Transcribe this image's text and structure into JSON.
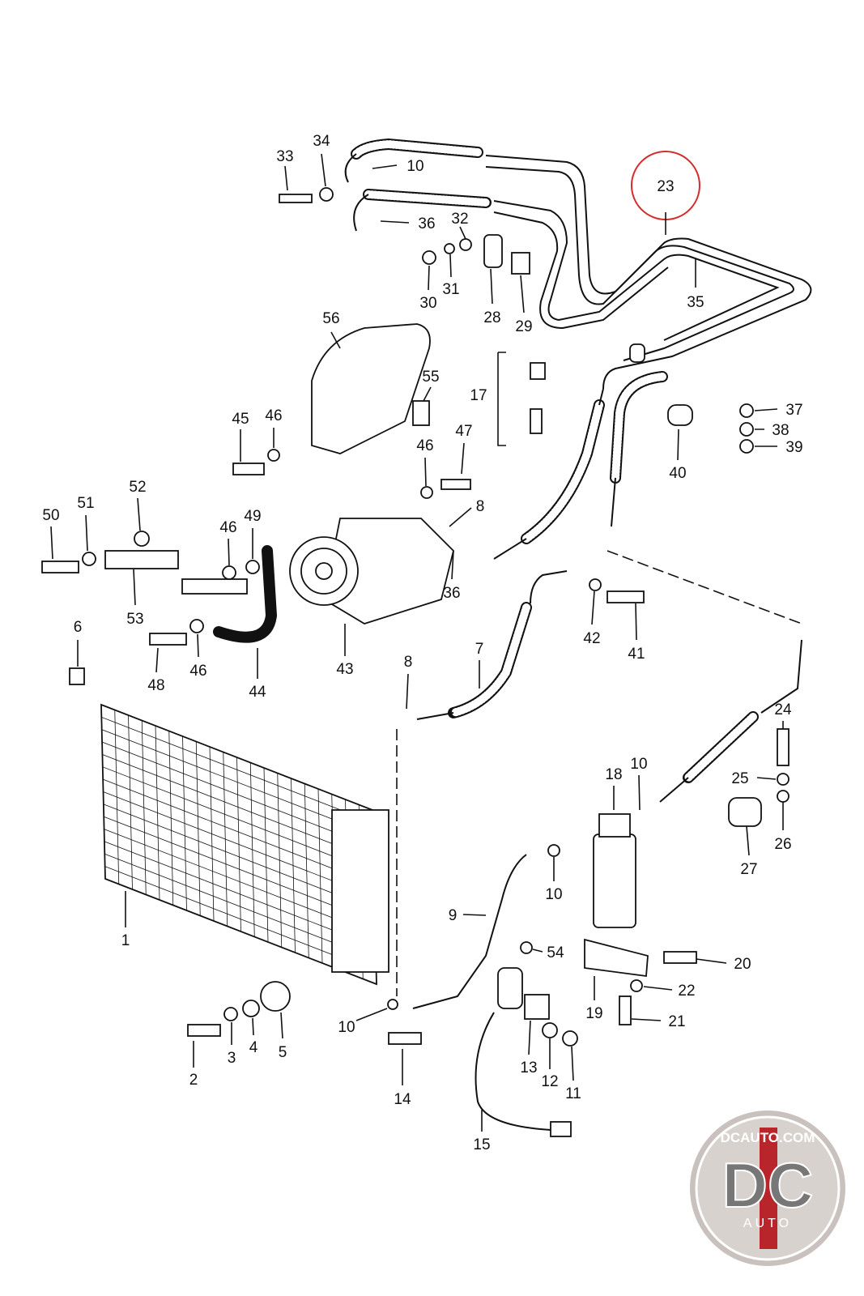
{
  "diagram": {
    "highlight_color": "#d62b2b",
    "highlighted_label": "23",
    "labels": [
      "33",
      "34",
      "10",
      "36",
      "32",
      "23",
      "35",
      "30",
      "31",
      "28",
      "29",
      "56",
      "55",
      "17",
      "45",
      "46",
      "46",
      "47",
      "37",
      "38",
      "39",
      "40",
      "50",
      "51",
      "52",
      "46",
      "49",
      "8",
      "36",
      "53",
      "48",
      "46",
      "44",
      "43",
      "42",
      "41",
      "6",
      "8",
      "7",
      "24",
      "18",
      "10",
      "25",
      "26",
      "27",
      "1",
      "10",
      "9",
      "54",
      "20",
      "22",
      "19",
      "21",
      "2",
      "3",
      "4",
      "5",
      "10",
      "14",
      "13",
      "12",
      "11",
      "15"
    ]
  },
  "logo": {
    "top_text": "DCAUTO.COM",
    "main_text": "DC",
    "sub_text": "AUTO",
    "colors": {
      "red": "#b8262c",
      "gray": "#8a8a8a"
    }
  }
}
